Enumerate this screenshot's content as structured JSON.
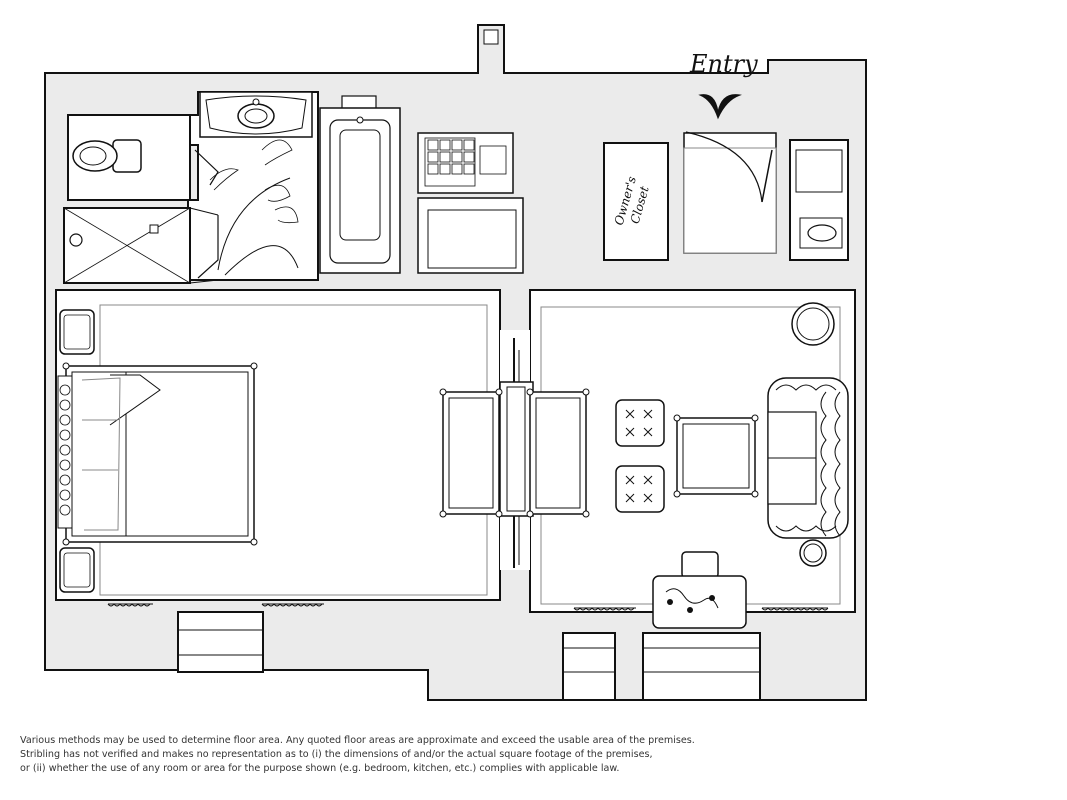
{
  "labels": {
    "entry": "Entry",
    "closet_line1": "Owner's",
    "closet_line2": "Closet"
  },
  "disclaimer": [
    "Various methods may be used to determine floor area.  Any quoted floor areas are approximate and exceed the usable area of the premises.",
    "Stribling has not verified and makes no representation as to (i) the dimensions of and/or the actual square footage of the premises,",
    "or (ii) whether the use of any room or area for the purpose shown (e.g. bedroom, kitchen, etc.) complies with applicable law."
  ],
  "colors": {
    "wall": "#ebebeb",
    "line": "#111111",
    "room": "#ffffff"
  }
}
